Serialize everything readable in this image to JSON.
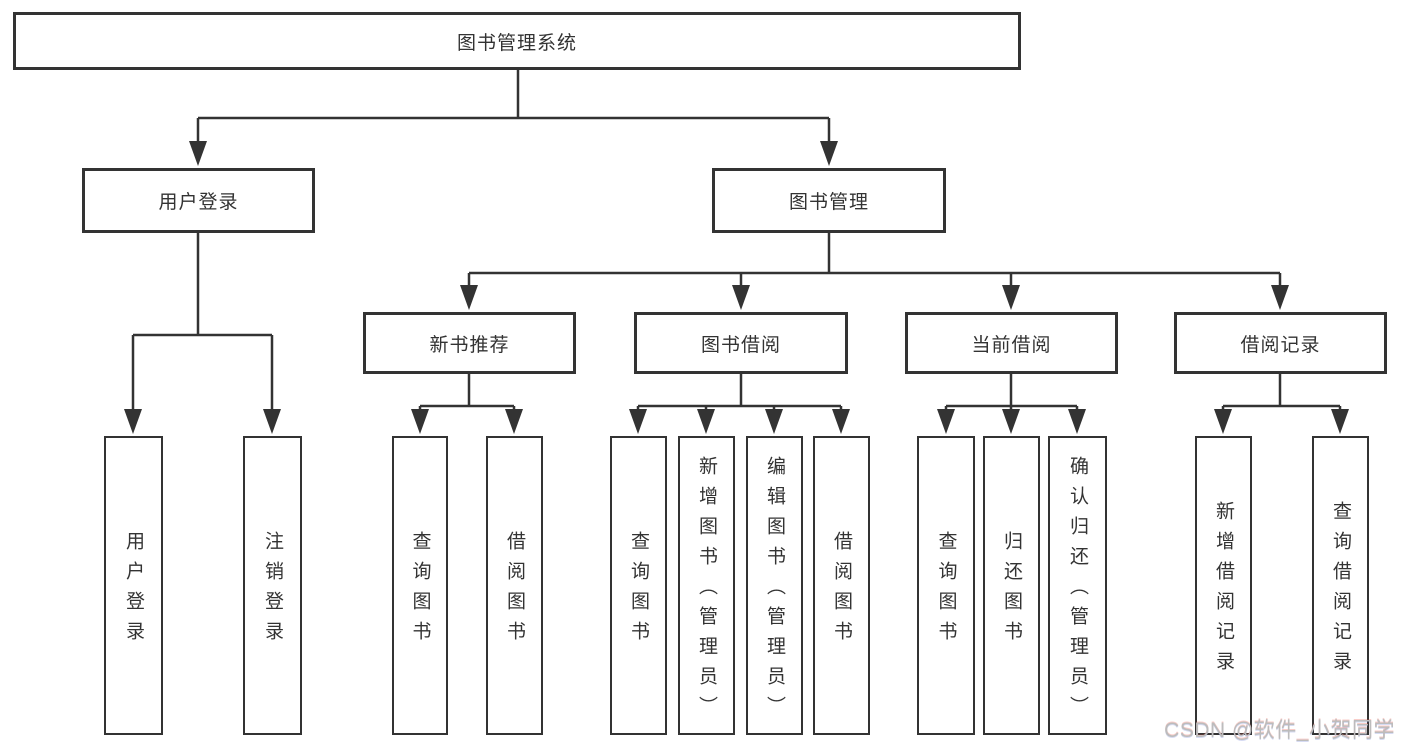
{
  "diagram": {
    "root": {
      "label": "图书管理系统"
    },
    "level2": {
      "user_login": {
        "label": "用户登录"
      },
      "book_management": {
        "label": "图书管理"
      }
    },
    "level3": {
      "new_book_recommend": {
        "label": "新书推荐"
      },
      "book_borrowing": {
        "label": "图书借阅"
      },
      "current_borrowing": {
        "label": "当前借阅"
      },
      "borrowing_records": {
        "label": "借阅记录"
      }
    },
    "leaves": {
      "user_login_login": {
        "label": "用户登录"
      },
      "user_login_logout": {
        "label": "注销登录"
      },
      "recommend_query_books": {
        "label": "查询图书"
      },
      "recommend_borrow_books": {
        "label": "借阅图书"
      },
      "borrowing_query_books": {
        "label": "查询图书"
      },
      "borrowing_add_books": {
        "label": "新增图书（管理员）"
      },
      "borrowing_edit_books": {
        "label": "编辑图书（管理员）"
      },
      "borrowing_borrow_books": {
        "label": "借阅图书"
      },
      "current_query_books": {
        "label": "查询图书"
      },
      "current_return_books": {
        "label": "归还图书"
      },
      "current_confirm_return": {
        "label": "确认归还（管理员）"
      },
      "records_add_record": {
        "label": "新增借阅记录"
      },
      "records_query_record": {
        "label": "查询借阅记录"
      }
    }
  },
  "watermark": {
    "text": "CSDN @软件_小贺同学"
  },
  "colors": {
    "line": "#333333",
    "text": "#333333",
    "background": "#ffffff",
    "watermark": "#bcbcbc"
  }
}
